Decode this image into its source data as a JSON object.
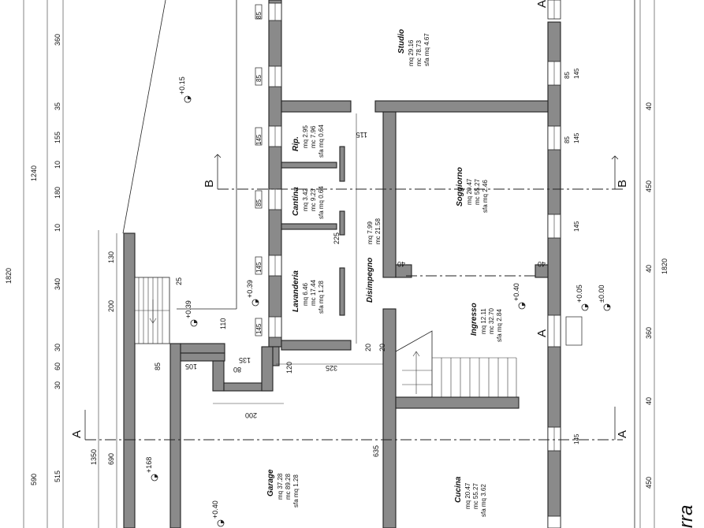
{
  "plan": {
    "rooms": [
      {
        "id": "studio",
        "name": "Studio",
        "lines": [
          "mq  29.16",
          "mc  78.73",
          "sfa mq  4.67"
        ]
      },
      {
        "id": "rip",
        "name": "Rip.",
        "lines": [
          "mq  2.95",
          "mc  7.96",
          "sfa mq  0.64"
        ]
      },
      {
        "id": "cantina",
        "name": "Cantina",
        "lines": [
          "mq  3.42",
          "mc  9.23",
          "sfa mq  0.64"
        ]
      },
      {
        "id": "lavanderia",
        "name": "Lavanderia",
        "lines": [
          "mq  6.46",
          "mc  17.44",
          "sfa mq  1.28"
        ]
      },
      {
        "id": "disimpegno",
        "name": "Disimpegno",
        "lines": [
          "mq  7.99",
          "mc  21.58"
        ]
      },
      {
        "id": "soggiorno",
        "name": "Soggiorno",
        "lines": [
          "mq  20.47",
          "mc  55.27",
          "sfa mq  2.46"
        ]
      },
      {
        "id": "ingresso",
        "name": "Ingresso",
        "lines": [
          "mq  12.11",
          "mc  32.70",
          "sfa mq  2.84"
        ]
      },
      {
        "id": "garage",
        "name": "Garage",
        "lines": [
          "mq  37.28",
          "mc  89.28",
          "sfa mq  1.28"
        ]
      },
      {
        "id": "cucina",
        "name": "Cucina",
        "lines": [
          "mq  20.47",
          "mc  55.27",
          "sfa mq  3.62"
        ]
      }
    ],
    "levels": {
      "l1": "+0.15",
      "l2": "+0.39",
      "l3": "+0.39",
      "l4": "+0.40",
      "l5": "+0.05",
      "l6": "±0.00",
      "l7": "+0.40",
      "l8": "+168"
    },
    "sections": {
      "a_left": "A",
      "a_right": "A",
      "a_top": "A",
      "a_mid": "A",
      "b_left": "B",
      "b_right": "B"
    },
    "dims_left": {
      "d1820": "1820",
      "d1240": "1240",
      "d1350": "1350",
      "d360": "360",
      "d35": "35",
      "d155": "155",
      "d10a": "10",
      "d180": "180",
      "d10b": "10",
      "d340": "340",
      "d30a": "30",
      "d60": "60",
      "d30b": "30",
      "d515": "515",
      "d130": "130",
      "d200": "200",
      "d690": "690",
      "d590": "590"
    },
    "dims_right": {
      "d1820": "1820",
      "d40a": "40",
      "d450a": "450",
      "d40b": "40",
      "d360": "360",
      "d40c": "40",
      "d450b": "450"
    },
    "dims_inner": {
      "d110": "110",
      "d25": "25",
      "d85": "85",
      "d105": "105",
      "d80": "80",
      "d135": "135",
      "d120": "120",
      "d325": "325",
      "d200": "200",
      "d20a": "20",
      "d20b": "20",
      "d225": "225",
      "d115": "115",
      "d40a": "40",
      "d40b": "40",
      "d635": "635"
    },
    "windows": {
      "w1": "85",
      "w2": "85",
      "w3": "145",
      "w4": "85",
      "w5": "145",
      "w6": "145",
      "w7": "85",
      "w8": "145",
      "w9": "145",
      "w10": "85",
      "w11": "145",
      "w12": "145"
    },
    "label_partial": "rra"
  }
}
